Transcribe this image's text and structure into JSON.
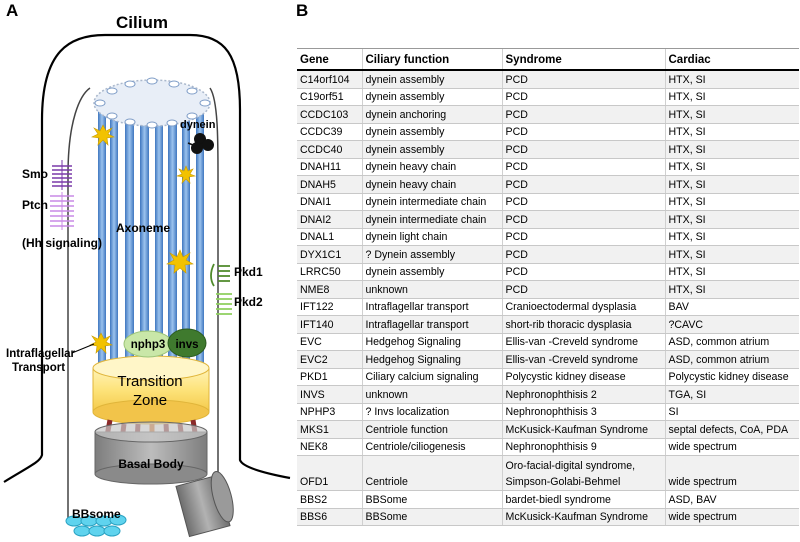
{
  "panel_a": {
    "letter": "A",
    "title": "Cilium",
    "labels": {
      "dynein": "dynein",
      "smo": "Smo",
      "ptch": "Ptch",
      "hh": "(Hh signaling)",
      "axoneme": "Axoneme",
      "pkd1": "Pkd1",
      "pkd2": "Pkd2",
      "nphp3": "nphp3",
      "invs": "invs",
      "ift_line1": "Intraflagellar",
      "ift_line2": "Transport",
      "tz_line1": "Transition",
      "tz_line2": "Zone",
      "basal": "Basal Body",
      "bbsome": "BBsome"
    }
  },
  "panel_b": {
    "letter": "B",
    "headers": [
      "Gene",
      "Ciliary function",
      "Syndrome",
      "Cardiac"
    ],
    "rows": [
      [
        "C14orf104",
        "dynein assembly",
        "PCD",
        "HTX, SI"
      ],
      [
        "C19orf51",
        "dynein assembly",
        "PCD",
        "HTX, SI"
      ],
      [
        "CCDC103",
        "dynein anchoring",
        "PCD",
        "HTX, SI"
      ],
      [
        "CCDC39",
        "dynein assembly",
        "PCD",
        "HTX, SI"
      ],
      [
        "CCDC40",
        "dynein assembly",
        "PCD",
        "HTX, SI"
      ],
      [
        "DNAH11",
        "dynein heavy chain",
        "PCD",
        "HTX, SI"
      ],
      [
        "DNAH5",
        "dynein heavy chain",
        "PCD",
        "HTX, SI"
      ],
      [
        "DNAI1",
        "dynein intermediate chain",
        "PCD",
        "HTX, SI"
      ],
      [
        "DNAI2",
        "dynein intermediate chain",
        "PCD",
        "HTX, SI"
      ],
      [
        "DNAL1",
        "dynein light chain",
        "PCD",
        "HTX, SI"
      ],
      [
        "DYX1C1",
        "? Dynein assembly",
        "PCD",
        "HTX, SI"
      ],
      [
        "LRRC50",
        "dynein assembly",
        "PCD",
        "HTX, SI"
      ],
      [
        "NME8",
        "unknown",
        "PCD",
        "HTX, SI"
      ],
      [
        "IFT122",
        "Intraflagellar transport",
        "Cranioectodermal dysplasia",
        "BAV"
      ],
      [
        "IFT140",
        "Intraflagellar transport",
        "short-rib thoracic dysplasia",
        "?CAVC"
      ],
      [
        "EVC",
        "Hedgehog Signaling",
        "Ellis-van -Creveld syndrome",
        "ASD, common atrium"
      ],
      [
        "EVC2",
        "Hedgehog Signaling",
        "Ellis-van -Creveld syndrome",
        "ASD, common atrium"
      ],
      [
        "PKD1",
        "Ciliary calcium signaling",
        "Polycystic kidney disease",
        "Polycystic kidney disease"
      ],
      [
        "INVS",
        "unknown",
        "Nephronophthisis 2",
        "TGA, SI"
      ],
      [
        "NPHP3",
        "? Invs localization",
        "Nephronophthisis 3",
        "SI"
      ],
      [
        "MKS1",
        "Centriole function",
        "McKusick-Kaufman Syndrome",
        "septal defects, CoA, PDA"
      ],
      [
        "NEK8",
        "Centriole/ciliogenesis",
        "Nephronophthisis 9",
        "wide spectrum"
      ],
      [
        "OFD1",
        "Centriole",
        "Oro-facial-digital syndrome, Simpson-Golabi-Behmel",
        "wide spectrum"
      ],
      [
        "BBS2",
        "BBSome",
        "bardet-biedl syndrome",
        "ASD, BAV"
      ],
      [
        "BBS6",
        "BBSome",
        "McKusick-Kaufman Syndrome",
        "wide spectrum"
      ]
    ]
  },
  "colors": {
    "axoneme_blue": "#5b8fd0",
    "transition_zone": "#fde98a",
    "basal_body": "#9a9a9a",
    "nphp3": "#c9e7a8",
    "invs": "#3f7a2e",
    "smo_ptch": "#b46ad8",
    "pkd": "#6fae45",
    "bbsome": "#5fd3ee",
    "ift_star": "#f2c200",
    "basal_triplets": "#8b2a2a"
  }
}
